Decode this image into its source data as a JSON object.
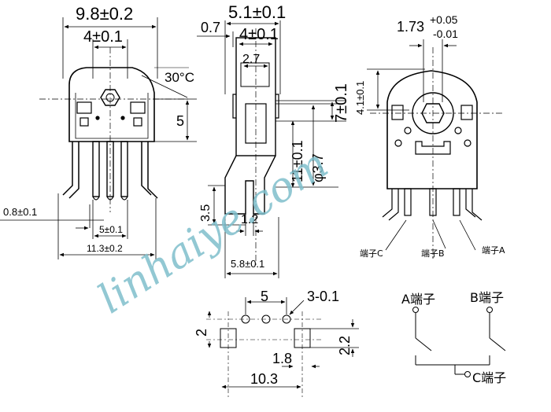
{
  "front_view": {
    "width_overall": "9.8±0.2",
    "width_inner": "4±0.1",
    "angle": "30°C",
    "height_shaft": "5",
    "pin_width": "0.8±0.1",
    "pin_spacing": "5±0.1",
    "base_width": "11.3±0.2"
  },
  "side_view": {
    "width_top": "5.1±0.1",
    "offset": "0.7",
    "width_inner": "4±0.1",
    "slot": "2.7",
    "shaft_height": "7±0.1",
    "shaft_diameter": "φ3.7",
    "shaft_length": "11±0.1",
    "lead_height": "3.5",
    "lead_width": "1.2",
    "foot_width": "5.8±0.1"
  },
  "back_view": {
    "hole_width": "1.73",
    "tol_plus": "+0.05",
    "tol_minus": "-0.01",
    "hole_height": "4.1±0.1",
    "terminal_c": "端子C",
    "terminal_b": "端子B",
    "terminal_a": "端子A"
  },
  "pcb_layout": {
    "pitch": "5",
    "holes": "3-0.1",
    "row_gap": "2",
    "pad_height": "2.2",
    "pad_width": "1.8",
    "span": "10.3"
  },
  "schematic": {
    "terminal_a": "A端子",
    "terminal_b": "B端子",
    "terminal_c": "C端子"
  },
  "watermark": "linhaiye.com"
}
